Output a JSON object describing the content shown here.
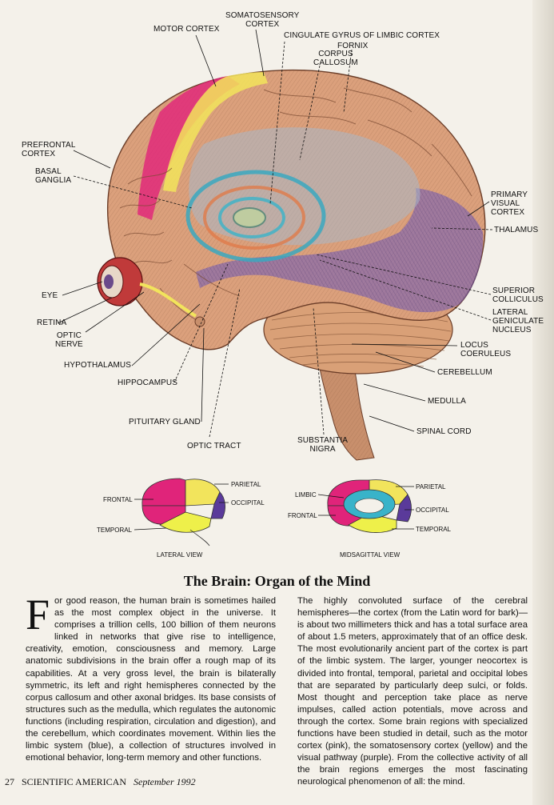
{
  "figure": {
    "labels": {
      "somatosensory": "SOMATOSENSORY\nCORTEX",
      "motor_cortex": "MOTOR CORTEX",
      "cingulate": "CINGULATE GYRUS OF LIMBIC CORTEX",
      "fornix": "FORNIX",
      "corpus_callosum": "CORPUS\nCALLOSUM",
      "prefrontal": "PREFRONTAL\nCORTEX",
      "basal_ganglia": "BASAL\nGANGLIA",
      "primary_visual": "PRIMARY\nVISUAL\nCORTEX",
      "thalamus": "THALAMUS",
      "eye": "EYE",
      "retina": "RETINA",
      "optic_nerve": "OPTIC\nNERVE",
      "superior_colliculus": "SUPERIOR\nCOLLICULUS",
      "lateral_geniculate": "LATERAL\nGENICULATE\nNUCLEUS",
      "locus_coeruleus": "LOCUS\nCOERULEUS",
      "hypothalamus": "HYPOTHALAMUS",
      "cerebellum": "CEREBELLUM",
      "hippocampus": "HIPPOCAMPUS",
      "medulla": "MEDULLA",
      "pituitary": "PITUITARY GLAND",
      "spinal_cord": "SPINAL CORD",
      "optic_tract": "OPTIC TRACT",
      "substantia_nigra": "SUBSTANTIA\nNIGRA"
    },
    "lateral": {
      "parietal": "PARIETAL",
      "frontal": "FRONTAL",
      "occipital": "OCCIPITAL",
      "temporal": "TEMPORAL",
      "caption": "LATERAL VIEW"
    },
    "midsagittal": {
      "parietal": "PARIETAL",
      "limbic": "LIMBIC",
      "frontal": "FRONTAL",
      "occipital": "OCCIPITAL",
      "temporal": "TEMPORAL",
      "caption": "MIDSAGITTAL VIEW"
    },
    "colors": {
      "frontal_pink": "#e0247a",
      "parietal_yellow": "#f2e45c",
      "occipital_purple": "#5a3a9a",
      "temporal_yellow": "#eef04a",
      "limbic_blue": "#39b3c9",
      "brain_tan": "#d99a78"
    }
  },
  "article": {
    "headline": "The Brain: Organ of the Mind",
    "dropcap": "F",
    "col1": "or good reason, the human brain is sometimes hailed as the most complex object in the universe. It comprises a trillion cells, 100 billion of them neurons linked in networks that give rise to intelligence, creativity, emotion, consciousness and memory. Large anatomic subdivisions in the brain offer a rough map of its capabilities. At a very gross level, the brain is bilaterally symmetric, its left and right hemispheres connected by the corpus callosum and other axonal bridges. Its base consists of structures such as the medulla, which regulates the autonomic functions (including respiration, circulation and digestion), and the cerebellum, which coordinates movement. Within lies the limbic system (blue), a collection of structures involved in emotional behavior, long-term memory and other functions.",
    "col2": "The highly convoluted surface of the cerebral hemispheres—the cortex (from the Latin word for bark)—is about two millimeters thick and has a total surface area of about 1.5 meters, approximately that of an office desk. The most evolutionarily ancient part of the cortex is part of the limbic system. The larger, younger neocortex is divided into frontal, temporal, parietal and occipital lobes that are separated by particularly deep sulci, or folds. Most thought and perception take place as nerve impulses, called action potentials, move across and through the cortex. Some brain regions with specialized functions have been studied in detail, such as the motor cortex (pink), the somatosensory cortex (yellow) and the visual pathway (purple). From the collective activity of all the brain regions emerges the most fascinating neurological phenomenon of all: the mind."
  },
  "footer": {
    "page": "27",
    "magazine": "SCIENTIFIC AMERICAN",
    "date": "September 1992"
  }
}
